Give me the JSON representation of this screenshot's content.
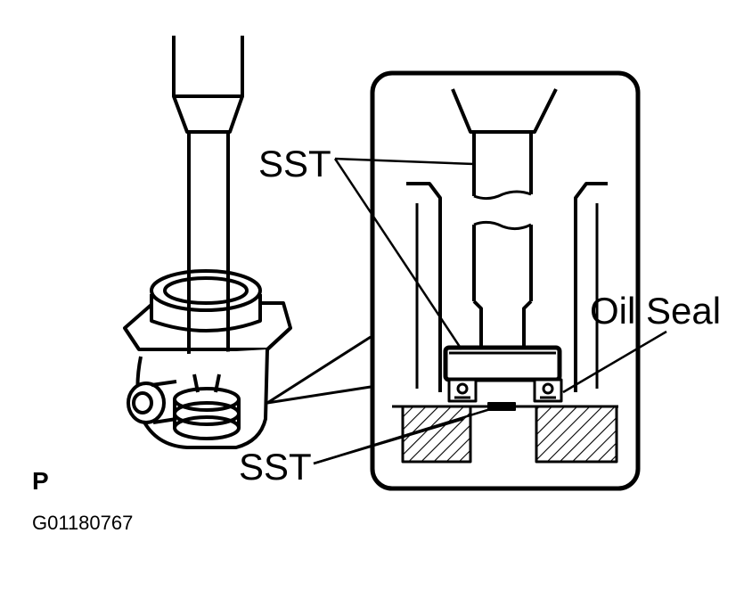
{
  "labels": {
    "sst_top": "SST",
    "sst_bottom": "SST",
    "oil_seal": "Oil Seal",
    "view_letter": "P",
    "figure_code": "G01180767"
  },
  "colors": {
    "ink": "#000000",
    "paper": "#ffffff"
  }
}
